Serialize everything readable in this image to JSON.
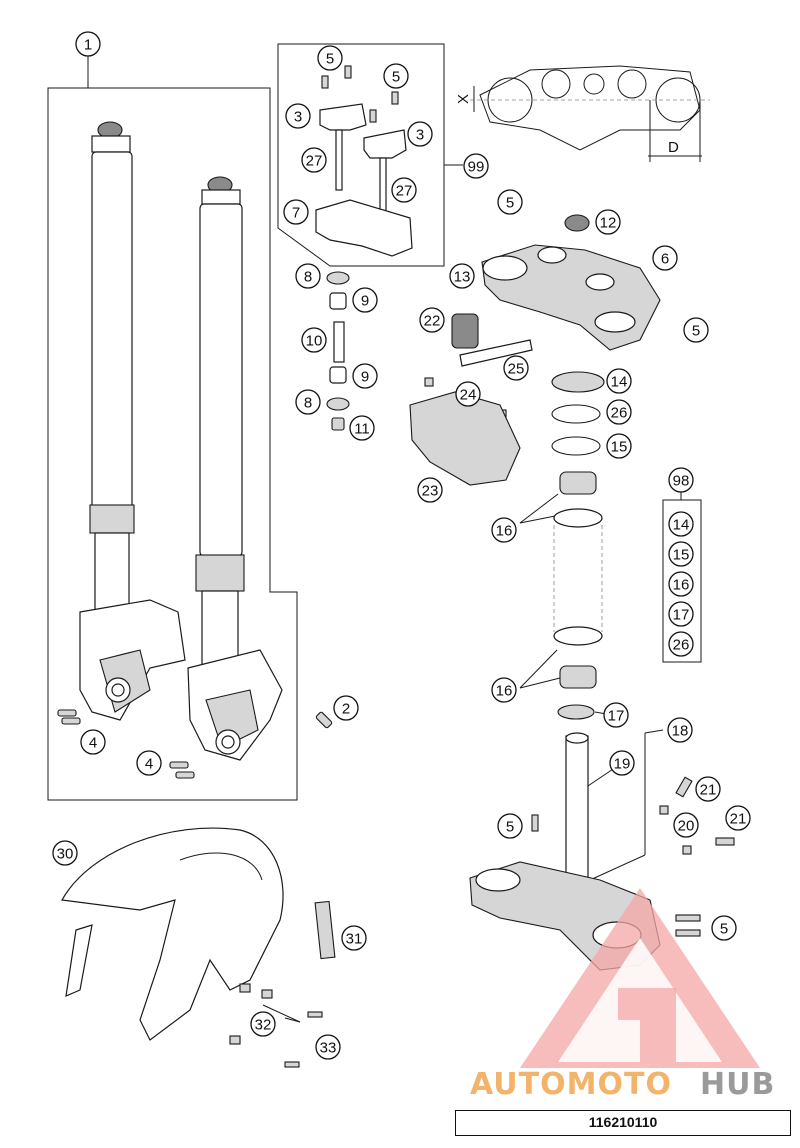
{
  "callouts": [
    {
      "label": "1"
    },
    {
      "label": "5"
    },
    {
      "label": "5"
    },
    {
      "label": "3"
    },
    {
      "label": "3"
    },
    {
      "label": "27"
    },
    {
      "label": "27"
    },
    {
      "label": "7"
    },
    {
      "label": "99"
    },
    {
      "label": "5"
    },
    {
      "label": "12"
    },
    {
      "label": "6"
    },
    {
      "label": "13"
    },
    {
      "label": "5"
    },
    {
      "label": "8"
    },
    {
      "label": "9"
    },
    {
      "label": "22"
    },
    {
      "label": "10"
    },
    {
      "label": "25"
    },
    {
      "label": "9"
    },
    {
      "label": "24"
    },
    {
      "label": "14"
    },
    {
      "label": "8"
    },
    {
      "label": "11"
    },
    {
      "label": "26"
    },
    {
      "label": "15"
    },
    {
      "label": "23"
    },
    {
      "label": "98"
    },
    {
      "label": "16"
    },
    {
      "label": "14"
    },
    {
      "label": "15"
    },
    {
      "label": "16"
    },
    {
      "label": "17"
    },
    {
      "label": "26"
    },
    {
      "label": "16"
    },
    {
      "label": "2"
    },
    {
      "label": "17"
    },
    {
      "label": "4"
    },
    {
      "label": "18"
    },
    {
      "label": "4"
    },
    {
      "label": "19"
    },
    {
      "label": "21"
    },
    {
      "label": "21"
    },
    {
      "label": "20"
    },
    {
      "label": "5"
    },
    {
      "label": "30"
    },
    {
      "label": "31"
    },
    {
      "label": "5"
    },
    {
      "label": "32"
    },
    {
      "label": "33"
    }
  ],
  "dimensions": {
    "x_label": "X",
    "d_label": "D"
  },
  "brand": {
    "part1": "AUTOMOTO",
    "part2": "HUB"
  },
  "colors": {
    "brand_orange": "#f2b36a",
    "brand_grey": "#9a9a9a",
    "logo_red": "#ee7777"
  },
  "part_number": "116210110"
}
